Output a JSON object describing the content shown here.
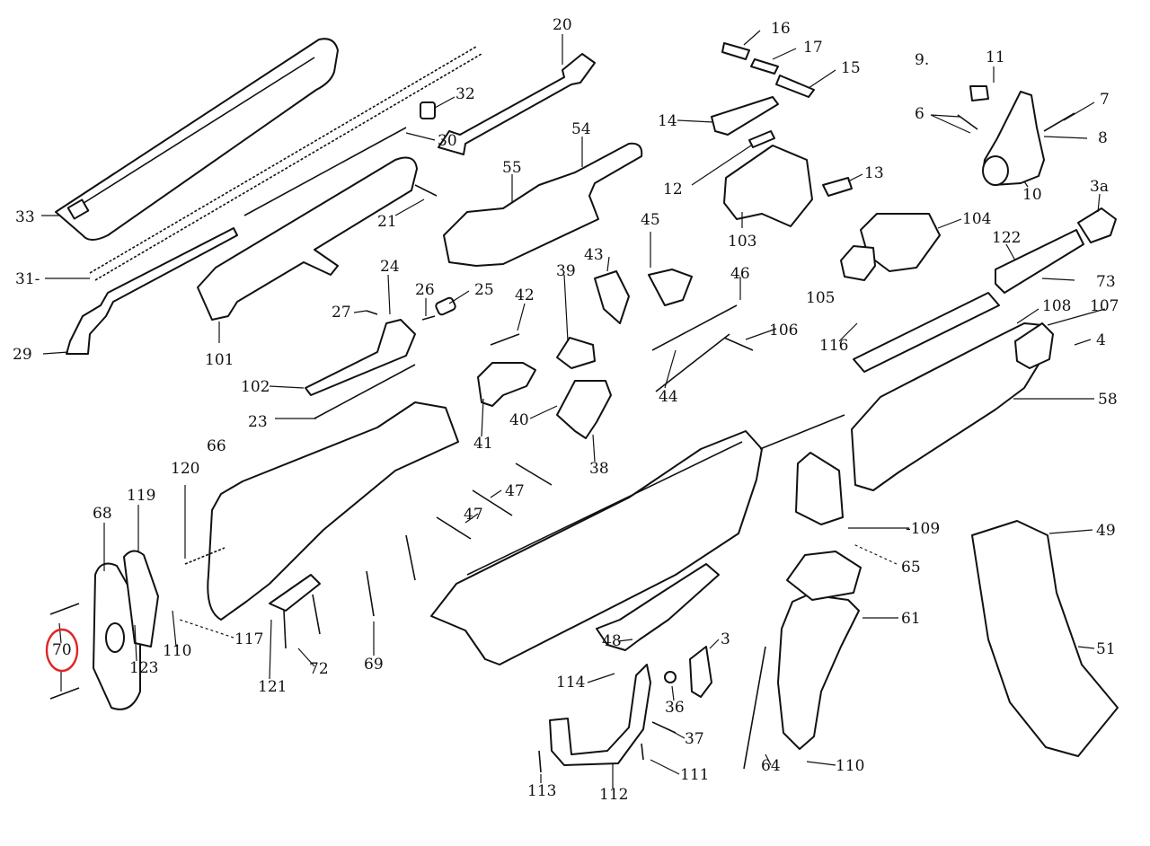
{
  "parts": {
    "p20": "20",
    "p16": "16",
    "p17": "17",
    "p15": "15",
    "p11": "11",
    "p9": "9.",
    "p7": "7",
    "p6": "6",
    "p8": "8",
    "p10": "10",
    "p32": "32",
    "p30": "30",
    "p54": "54",
    "p55": "55",
    "p14": "14",
    "p12": "12",
    "p13": "13",
    "p3a": "3a",
    "p33": "33",
    "p21": "21",
    "p103": "103",
    "p45": "45",
    "p104": "104",
    "p122": "122",
    "p31": "31-",
    "p24": "24",
    "p43": "43",
    "p105": "105",
    "p73": "73",
    "p26": "26",
    "p25": "25",
    "p42": "42",
    "p39": "39",
    "p46": "46",
    "p27": "27",
    "p108": "108",
    "p107": "107",
    "p29": "29",
    "p101": "101",
    "p106": "106",
    "p116": "116",
    "p4": "4",
    "p102": "102",
    "p44": "44",
    "p40": "40",
    "p58": "58",
    "p23": "23",
    "p41": "41",
    "p66": "66",
    "p38": "38",
    "p120": "120",
    "p47a": "47",
    "p47b": "47",
    "p119": "119",
    "p68": "68",
    "p109": "-109",
    "p49": "49",
    "p65": "65",
    "p117": "117",
    "p61": "61",
    "p70": "70",
    "p123": "123",
    "p110a": "110",
    "p48": "48",
    "p3": "3",
    "p51": "51",
    "p121": "121",
    "p72": "72",
    "p69": "69",
    "p114": "114",
    "p36": "36",
    "p37": "37",
    "p64": "64",
    "p110b": "110",
    "p113": "113",
    "p112": "112",
    "p111": "111"
  },
  "highlight": {
    "part": "70",
    "color": "#e02424"
  }
}
